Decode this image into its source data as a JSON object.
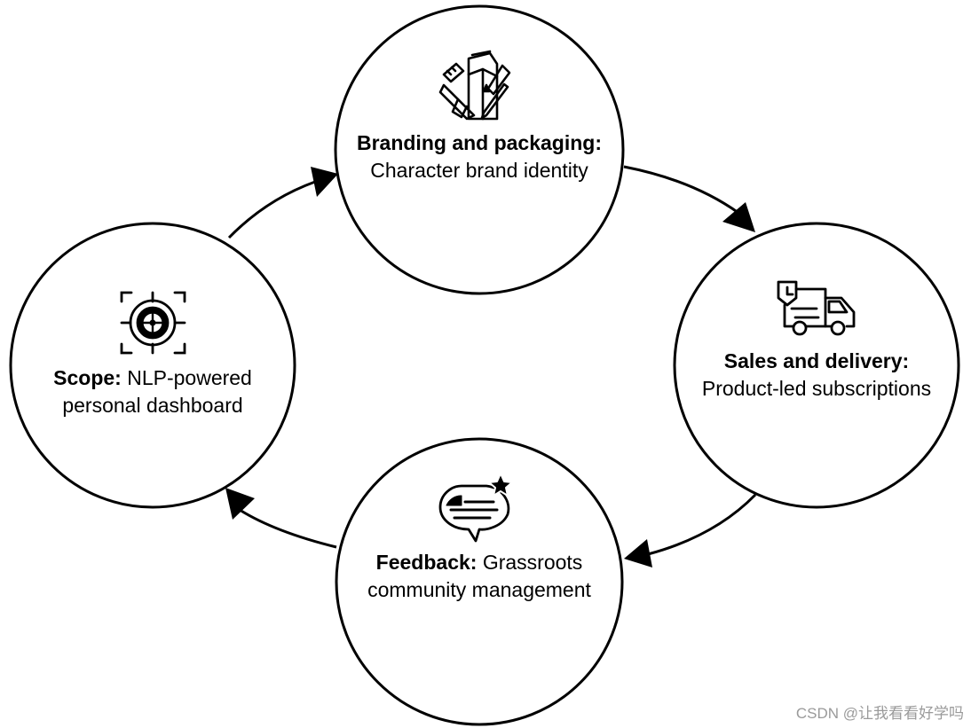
{
  "nodes": {
    "branding": {
      "title": "Branding and packaging:",
      "subtitle": "Character brand identity",
      "icon": "milk-carton-design-tools-icon"
    },
    "sales": {
      "title": "Sales and delivery:",
      "subtitle": "Product-led subscriptions",
      "icon": "delivery-truck-clock-icon"
    },
    "feedback": {
      "title": "Feedback:",
      "title_rest": " Grassroots",
      "subtitle": "community management",
      "icon": "chat-bubble-star-icon"
    },
    "scope": {
      "title": "Scope:",
      "title_rest": " NLP-powered",
      "subtitle": "personal dashboard",
      "icon": "target-crosshair-icon"
    }
  },
  "watermark": "CSDN @让我看看好学吗",
  "colors": {
    "stroke": "#000000",
    "background": "#ffffff",
    "watermark": "#9a9a9a"
  }
}
